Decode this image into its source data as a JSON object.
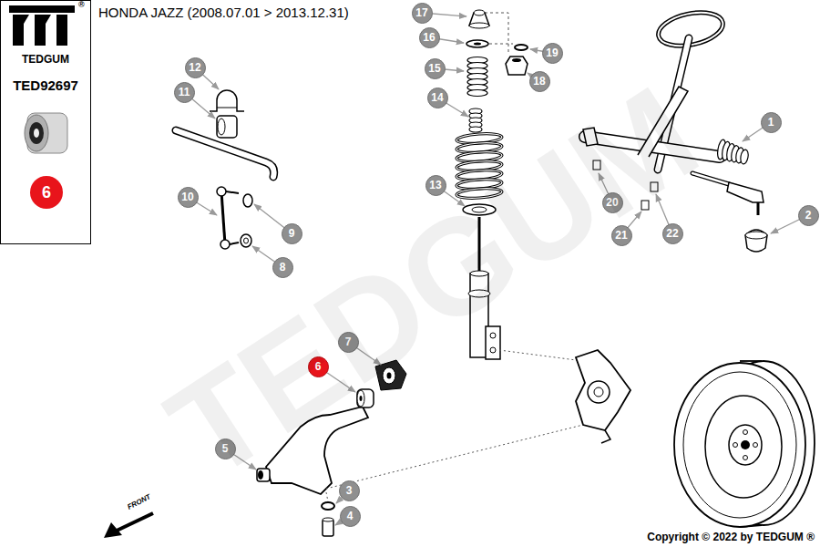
{
  "diagram": {
    "title": "HONDA JAZZ (2008.07.01 > 2013.12.31)",
    "caption": "Copyright © 2022 by TEDGUM ®",
    "nodes": [
      {
        "text": [
          "TEDGUM",
          "TED92697"
        ]
      },
      {
        "text": [
          "6"
        ],
        "in": 0
      },
      {
        "text": [
          "17"
        ]
      },
      {
        "text": [
          "16"
        ]
      },
      {
        "text": [
          "19"
        ]
      },
      {
        "text": [
          "15"
        ]
      },
      {
        "text": [
          "18"
        ]
      },
      {
        "text": [
          "14"
        ]
      },
      {
        "text": [
          "12"
        ]
      },
      {
        "text": [
          "11"
        ]
      },
      {
        "text": [
          "1"
        ]
      },
      {
        "text": [
          "13"
        ]
      },
      {
        "text": [
          "20"
        ]
      },
      {
        "text": [
          "10"
        ]
      },
      {
        "text": [
          "2"
        ]
      },
      {
        "text": [
          "22"
        ]
      },
      {
        "text": [
          "21"
        ]
      },
      {
        "text": [
          "9"
        ]
      },
      {
        "text": [
          "8"
        ]
      },
      {
        "text": [
          "7"
        ]
      },
      {
        "text": [
          "6"
        ]
      },
      {
        "text": [
          "5"
        ]
      },
      {
        "text": [
          "3"
        ]
      },
      {
        "text": [
          "4"
        ]
      }
    ],
    "labels": [
      "®",
      "TEDGUM",
      "FRONT"
    ]
  }
}
